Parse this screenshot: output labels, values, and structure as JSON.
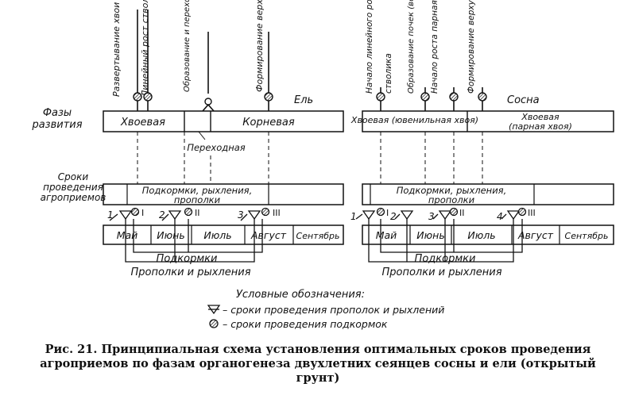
{
  "left_diagram": {
    "tree": "Ель",
    "phase_labels": [
      "Развертывание хвои",
      "Линейный рост стволика",
      "Образование и переход в рост боковых почек",
      "Формирование верхушечных почек"
    ],
    "phases": {
      "needle": "Хвоевая",
      "transition": "Переходная",
      "root": "Корневая"
    },
    "agro_band": [
      "Подкормки, рыхления,",
      "прополки"
    ],
    "months": [
      "Май",
      "Июнь",
      "Июль",
      "Август",
      "Сентябрь"
    ],
    "markers": [
      {
        "num": "1",
        "roman": "I"
      },
      {
        "num": "2",
        "roman": "II"
      },
      {
        "num": "3",
        "roman": "III"
      }
    ],
    "bottom1": "Подкормки",
    "bottom2": "Прополки и рыхления"
  },
  "right_diagram": {
    "tree": "Сосна",
    "phase_labels": [
      "Начало линейного роста",
      "стволика",
      "Образование почек (верхушечных)",
      "Начало роста парная хвои",
      "Формирование верхушечной почки"
    ],
    "phases": {
      "needle": [
        "Хвоевая (ювенильная хвоя)"
      ],
      "second": [
        "Хвоевая",
        "(парная хвоя)"
      ]
    },
    "agro_band": [
      "Подкормки, рыхления,",
      "прополки"
    ],
    "months": [
      "Май",
      "Июнь",
      "Июль",
      "Август",
      "Сентябрь"
    ],
    "markers": [
      {
        "num": "1",
        "roman": "I"
      },
      {
        "num": "2",
        "roman": ""
      },
      {
        "num": "3",
        "roman": "II"
      },
      {
        "num": "4",
        "roman": "III"
      }
    ],
    "bottom1": "Подкормки",
    "bottom2": "Прополки и рыхления"
  },
  "row_labels": {
    "phases": [
      "Фазы",
      "развития"
    ],
    "terms": [
      "Сроки",
      "проведения",
      "агроприемов"
    ]
  },
  "legend": {
    "title": "Условные обозначения:",
    "item1": "– сроки проведения прополок и рыхлений",
    "item2": "– сроки проведения подкормок"
  },
  "caption": [
    "Рис. 21. Принципиальная схема установления оптимальных сроков проведения",
    "агроприемов по фазам органогенеза двухлетних сеянцев сосны и ели (открытый",
    "грунт)"
  ]
}
